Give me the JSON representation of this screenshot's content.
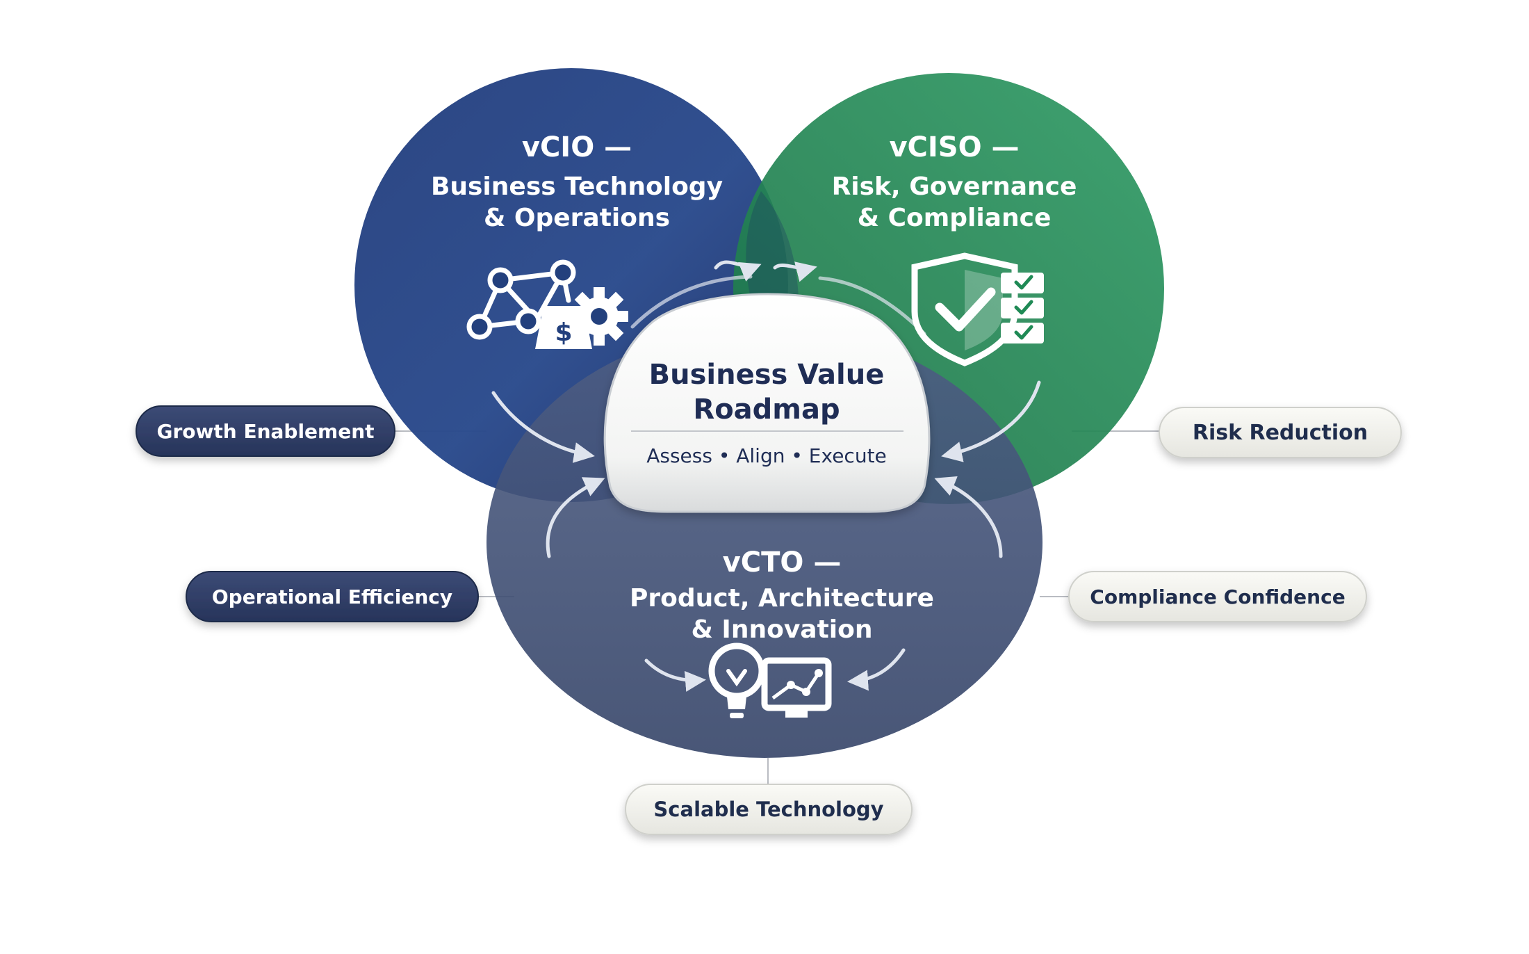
{
  "colors": {
    "vcio": "#1f3a7a",
    "vciso": "#1f8a55",
    "vcto": "#3a4b73",
    "pill_dark": "#2c3a63",
    "pill_light": "#f1f1ec",
    "roadmap_text": "#1f2d55"
  },
  "circles": {
    "vcio": {
      "line1": "vCIO —",
      "line2": "Business Technology",
      "line3": "& Operations",
      "icon": "network-dollar-gear-icon"
    },
    "vciso": {
      "line1": "vCISO —",
      "line2": "Risk, Governance",
      "line3": "& Compliance",
      "icon": "shield-checklist-icon"
    },
    "vcto": {
      "line1": "vCTO —",
      "line2": "Product, Architecture",
      "line3": "& Innovation",
      "icon": "lightbulb-monitor-icon"
    }
  },
  "center": {
    "title_line1": "Business Value",
    "title_line2": "Roadmap",
    "subtitle": "Assess • Align • Execute"
  },
  "outcomes": {
    "growth": "Growth Enablement",
    "operational": "Operational Efficiency",
    "risk": "Risk Reduction",
    "compliance": "Compliance Confidence",
    "scalable": "Scalable Technology"
  }
}
